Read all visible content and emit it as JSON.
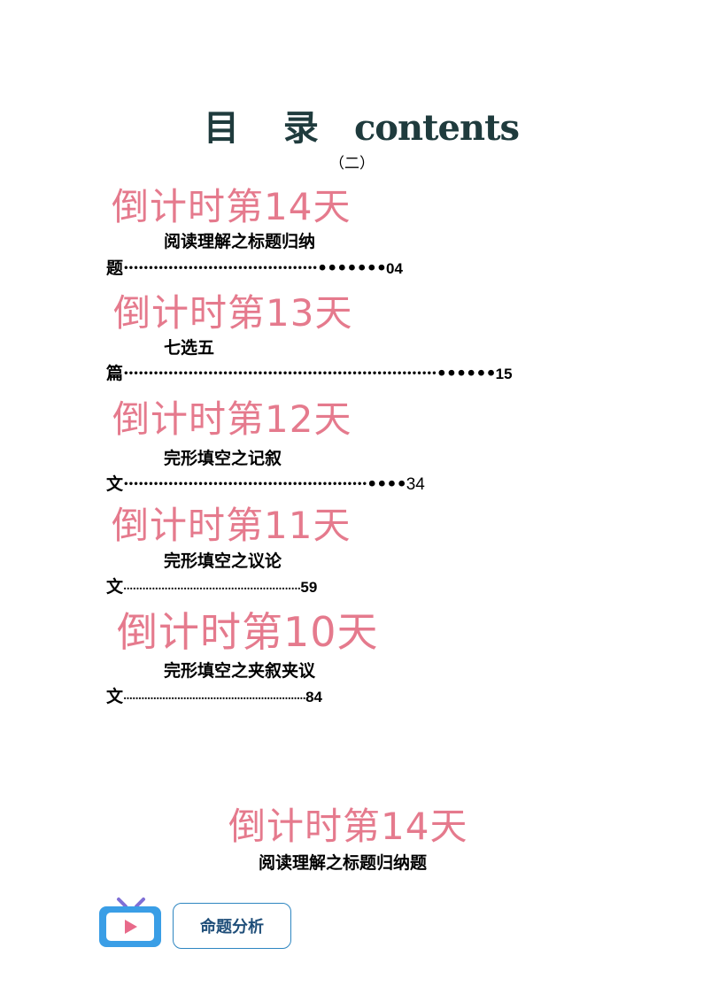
{
  "header": {
    "title_cn": "目 录",
    "title_en": "contents",
    "subtitle": "（二）"
  },
  "toc": [
    {
      "countdown": "倒计时第14天",
      "title_line1": "阅读理解之标题归纳",
      "title_line2": "题",
      "dots": "·······································•••••••",
      "page": "04"
    },
    {
      "countdown": "倒计时第13天",
      "title_line1": "七选五",
      "title_line2": "篇",
      "dots": "·······························································••••••",
      "page": "15"
    },
    {
      "countdown": "倒计时第12天",
      "title_line1": "完形填空之记叙",
      "title_line2": "文",
      "dots": " ·················································••••",
      "page": "34"
    },
    {
      "countdown": "倒计时第11天",
      "title_line1": "完形填空之议论",
      "title_line2": "文",
      "dots": " ························································",
      "page": "59"
    },
    {
      "countdown": "倒计时第10天",
      "title_line1": "完形填空之夹叙夹议",
      "title_line2": "文",
      "dots": " ·····························································",
      "page": "84"
    }
  ],
  "section": {
    "countdown": "倒计时第14天",
    "subtitle": "阅读理解之标题归纳题",
    "analysis_label": "命题分析",
    "icon": "tv-icon"
  },
  "colors": {
    "title": "#1f3b3d",
    "countdown": "#e57a8d",
    "box_border": "#2e86c1",
    "box_text": "#1f4e79"
  }
}
